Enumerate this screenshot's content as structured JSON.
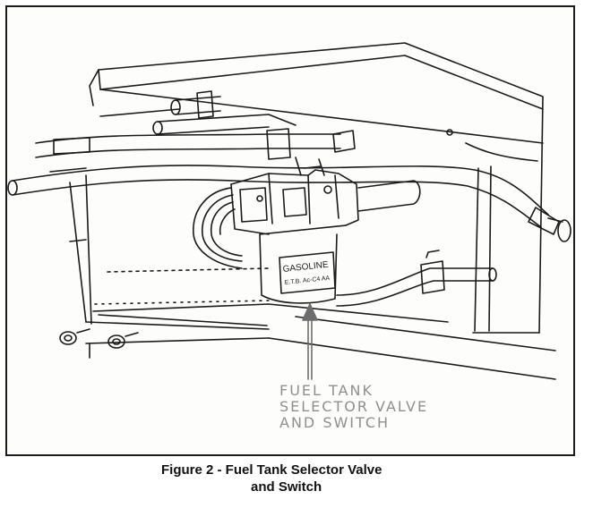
{
  "figure": {
    "caption_line1": "Figure 2 - Fuel Tank Selector Valve",
    "caption_line2": "and Switch",
    "callout": {
      "line1": "FUEL TANK",
      "line2": "SELECTOR VALVE",
      "line3": "AND SWITCH"
    },
    "valve_label_line1": "GASOLINE",
    "valve_label_line2": "E.T.B. Ac-C4 AA"
  },
  "colors": {
    "ink": "#1a1a1a",
    "callout_gray": "#8f8f8f",
    "paper": "#ffffff"
  }
}
